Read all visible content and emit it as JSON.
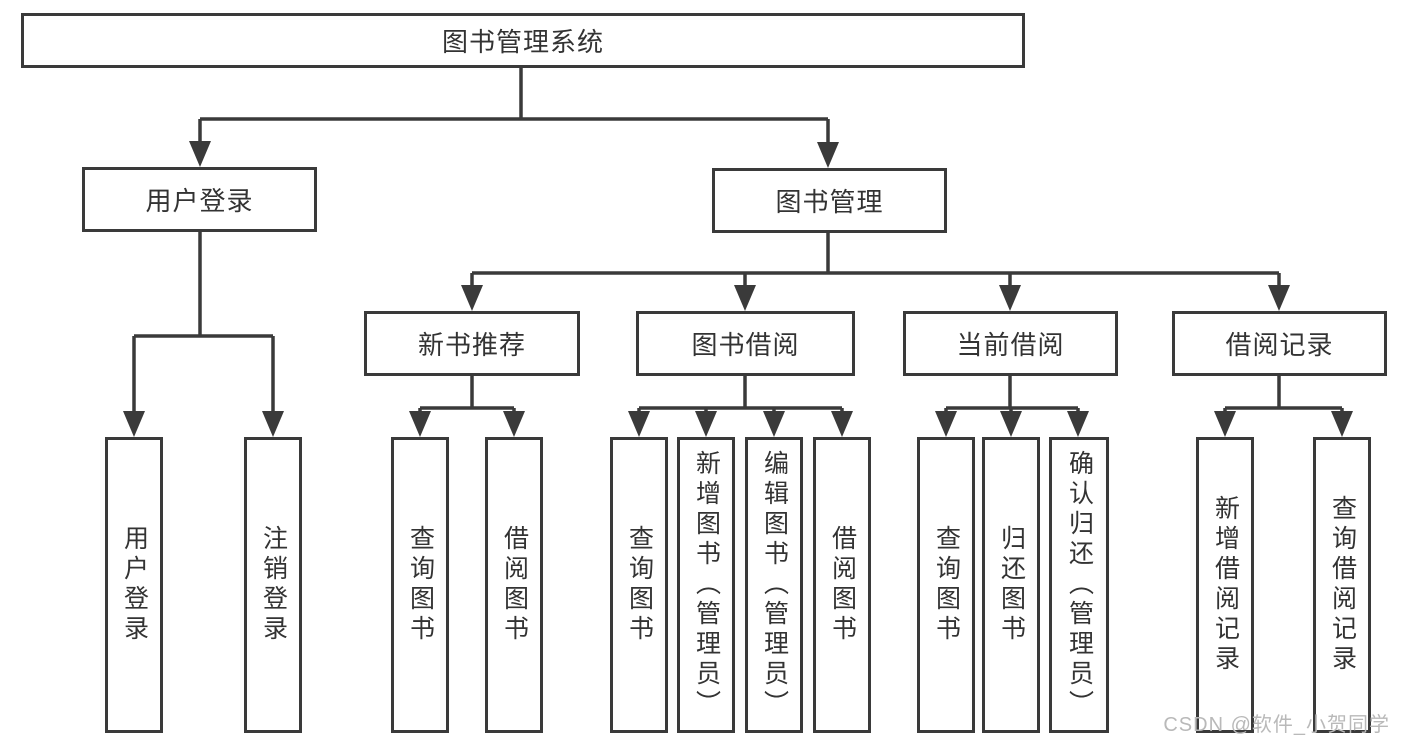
{
  "diagram": {
    "root": {
      "label": "图书管理系统"
    },
    "branches": [
      {
        "label": "用户登录",
        "children": [
          {
            "label": "用户登录"
          },
          {
            "label": "注销登录"
          }
        ]
      },
      {
        "label": "图书管理",
        "children": [
          {
            "label": "新书推荐",
            "children": [
              {
                "label": "查询图书"
              },
              {
                "label": "借阅图书"
              }
            ]
          },
          {
            "label": "图书借阅",
            "children": [
              {
                "label": "查询图书"
              },
              {
                "label": "新增图书（管理员）"
              },
              {
                "label": "编辑图书（管理员）"
              },
              {
                "label": "借阅图书"
              }
            ]
          },
          {
            "label": "当前借阅",
            "children": [
              {
                "label": "查询图书"
              },
              {
                "label": "归还图书"
              },
              {
                "label": "确认归还（管理员）"
              }
            ]
          },
          {
            "label": "借阅记录",
            "children": [
              {
                "label": "新增借阅记录"
              },
              {
                "label": "查询借阅记录"
              }
            ]
          }
        ]
      }
    ]
  },
  "watermark": {
    "text": "CSDN @软件_小贺同学"
  },
  "colors": {
    "line": "#3a3a3a",
    "box_border": "#3a3a3a",
    "box_fill": "#ffffff",
    "text": "#333333",
    "watermark": "#b9b9b9",
    "background": "#ffffff"
  }
}
